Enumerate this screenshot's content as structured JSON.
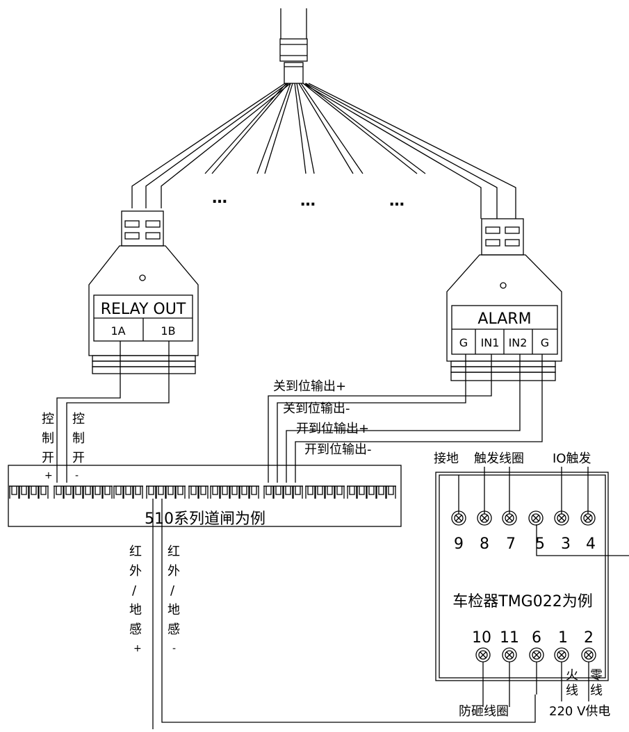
{
  "ellipsis": "…",
  "relay": {
    "title": "RELAY OUT",
    "pin_a": "1A",
    "pin_b": "1B"
  },
  "alarm": {
    "title": "ALARM",
    "pins": [
      "G",
      "IN1",
      "IN2",
      "G"
    ]
  },
  "barrier": {
    "title": "510系列道闸为例",
    "plus": "+",
    "minus": "-",
    "ctrl_label_left": [
      "控",
      "制",
      "开"
    ],
    "ctrl_label_right": [
      "控",
      "制",
      "开"
    ]
  },
  "signals": {
    "close_plus": "关到位输出+",
    "close_minus": "关到位输出-",
    "open_plus": "开到位输出+",
    "open_minus": "开到位输出-"
  },
  "ir_left": [
    "红",
    "外",
    "/",
    "地",
    "感",
    "+"
  ],
  "ir_right": [
    "红",
    "外",
    "/",
    "地",
    "感",
    "-"
  ],
  "detector": {
    "title": "车检器TMG022为例",
    "top_labels": {
      "ground": "接地",
      "loop": "触发线圈",
      "io": "IO触发"
    },
    "top_terminals": [
      "9",
      "8",
      "7",
      "5",
      "3",
      "4"
    ],
    "bottom_terminals": [
      "10",
      "11",
      "6",
      "1",
      "2"
    ],
    "live_wire": [
      "火",
      "线"
    ],
    "neutral_wire": [
      "零",
      "线"
    ],
    "anti_smash": "防砸线圈",
    "power": "220 V供电"
  }
}
